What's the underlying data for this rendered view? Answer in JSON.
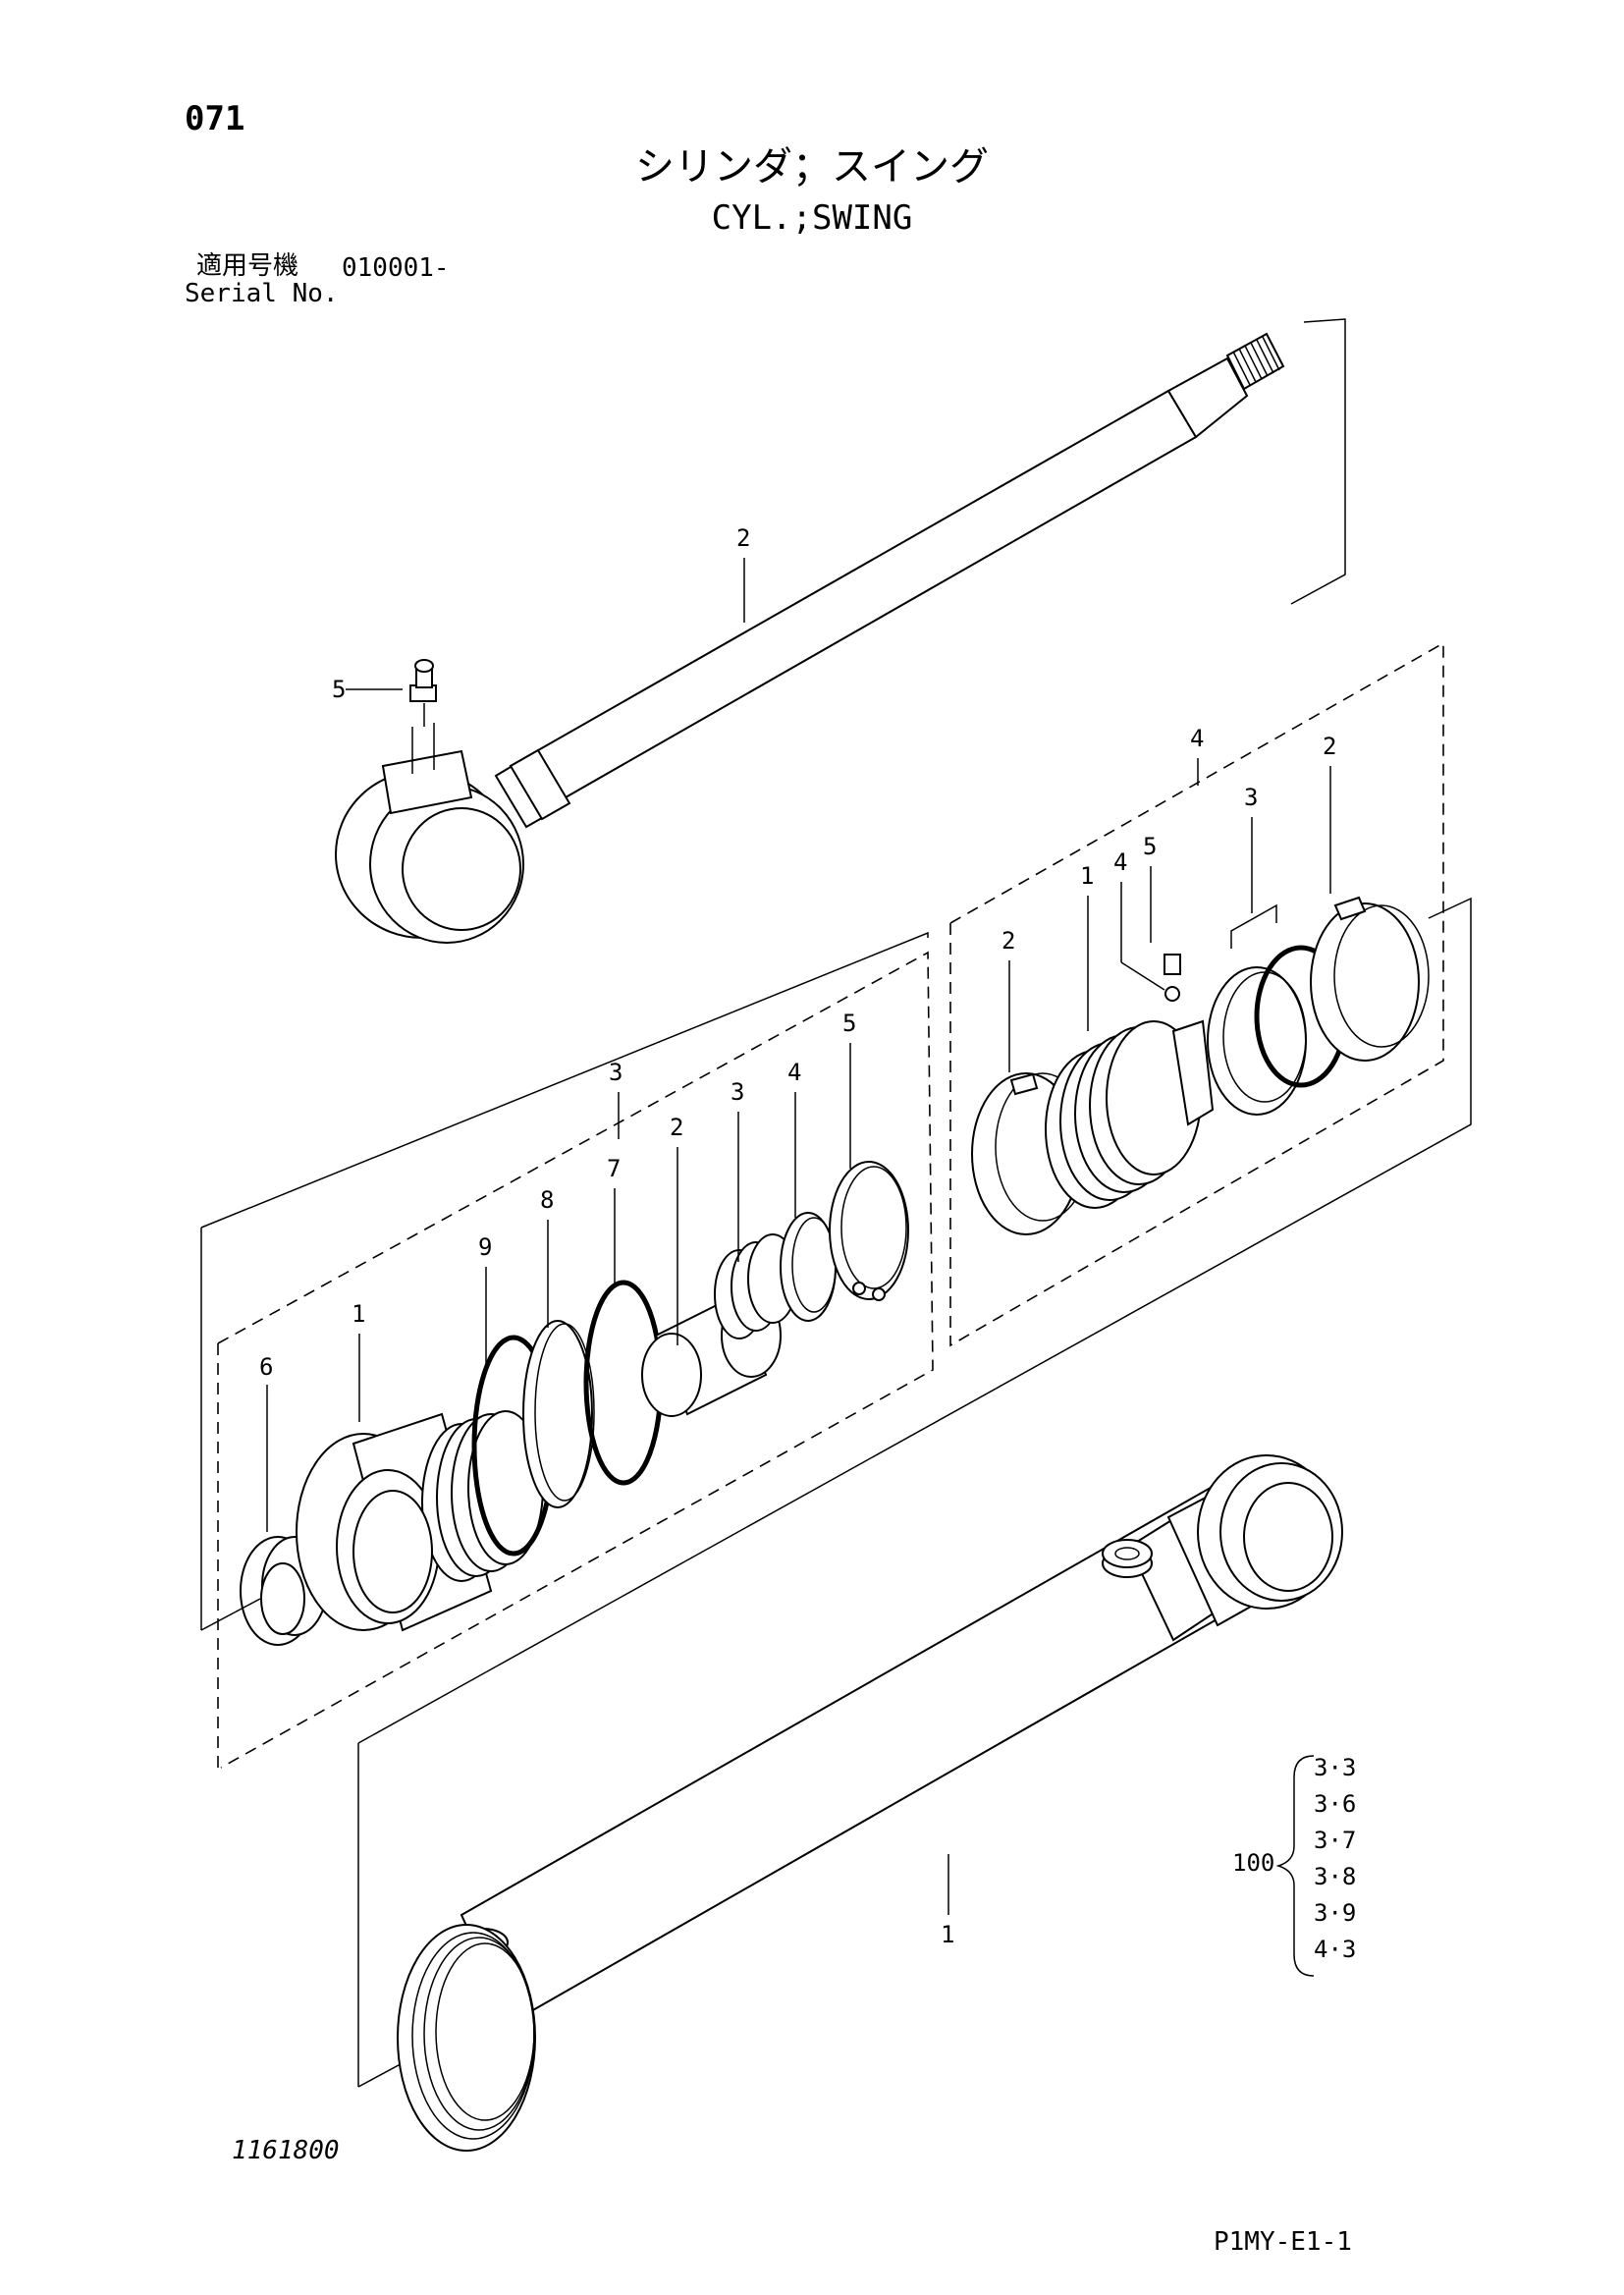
{
  "header": {
    "page_number": "071",
    "title_jp": "シリンダ；スイング",
    "title_en": "CYL.;SWING",
    "serial_label_jp": "適用号機",
    "serial_value": "010001-",
    "serial_label_en": "Serial No."
  },
  "callouts": {
    "rod": "2",
    "rod_grease": "5",
    "gland_group": "3",
    "gland_body": "1",
    "gland_dust_seal": "6",
    "gland_oring_9": "9",
    "gland_backup_8": "8",
    "gland_oring_7": "7",
    "gland_bushing": "2",
    "gland_seal": "3",
    "gland_ring": "4",
    "gland_snap_ring": "5",
    "piston_group": "4",
    "piston_body": "1",
    "piston_ring_left": "2",
    "piston_ball": "4",
    "piston_setscrew": "5",
    "piston_seal": "3",
    "piston_ring_right": "2",
    "tube": "1"
  },
  "seal_kit": {
    "number": "100",
    "items": [
      "3·3",
      "3·6",
      "3·7",
      "3·8",
      "3·9",
      "4·3"
    ]
  },
  "footer": {
    "drawing_number": "1161800",
    "sheet_code": "P1MY-E1-1"
  }
}
